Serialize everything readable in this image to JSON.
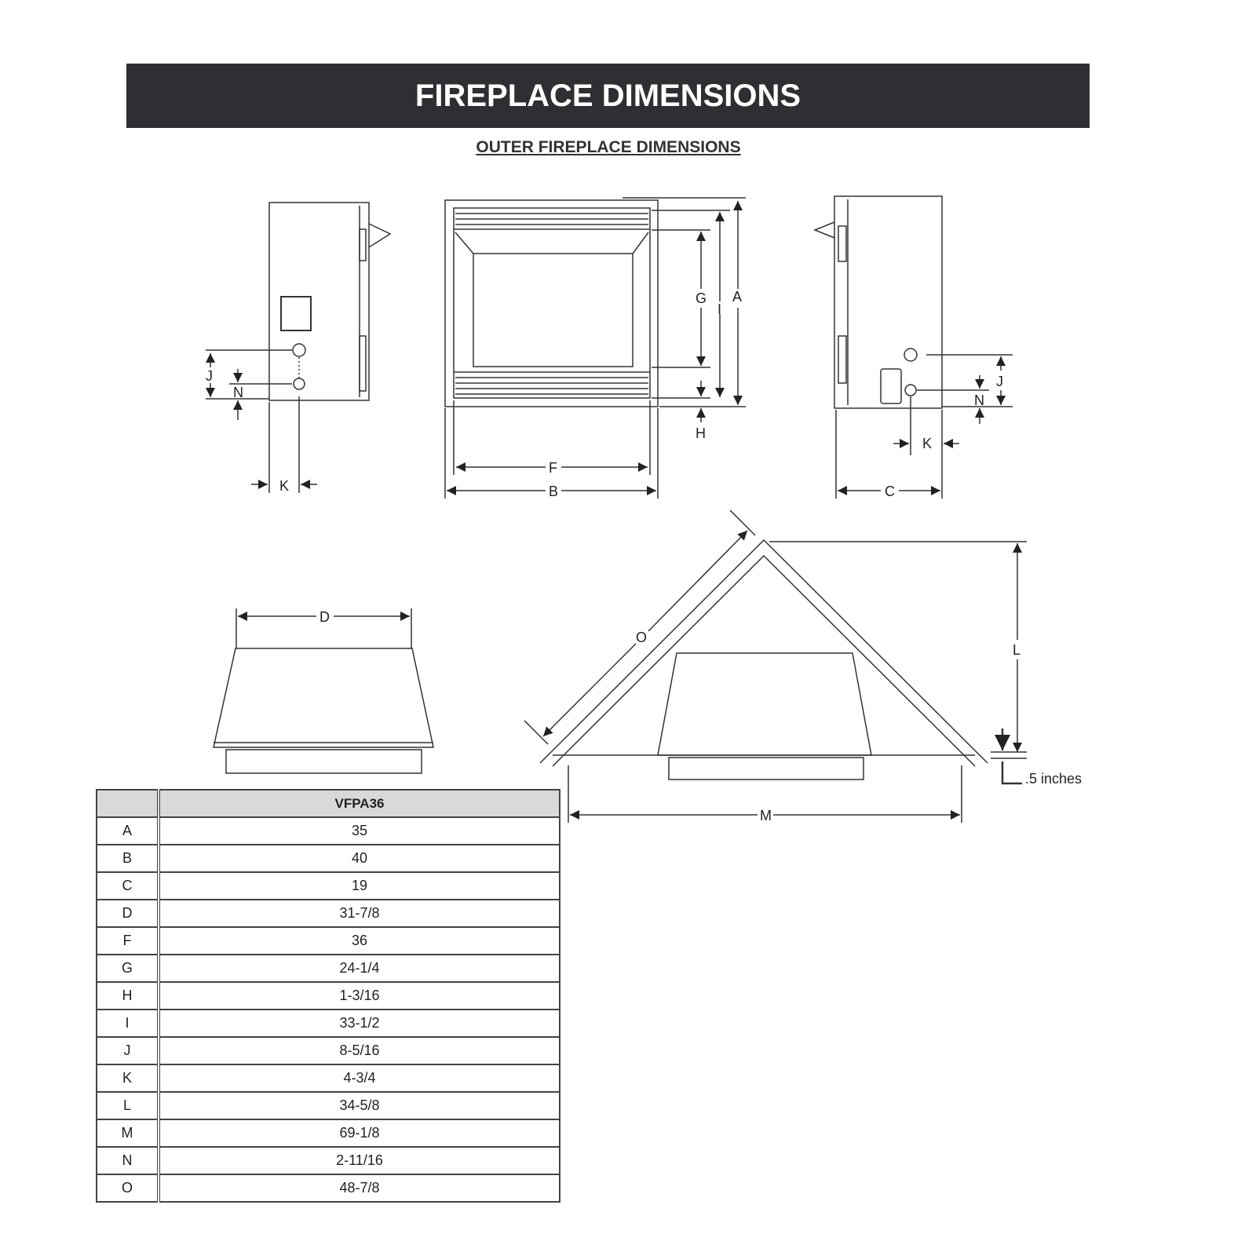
{
  "header": {
    "title": "FIREPLACE DIMENSIONS",
    "subtitle": "OUTER FIREPLACE DIMENSIONS"
  },
  "labels": {
    "A": "A",
    "B": "B",
    "C": "C",
    "D": "D",
    "F": "F",
    "G": "G",
    "H": "H",
    "I": "I",
    "J": "J",
    "K": "K",
    "L": "L",
    "M": "M",
    "N": "N",
    "O": "O",
    "half_inch": ".5 inches"
  },
  "table": {
    "model": "VFPA36",
    "rows": [
      {
        "key": "A",
        "value": "35"
      },
      {
        "key": "B",
        "value": "40"
      },
      {
        "key": "C",
        "value": "19"
      },
      {
        "key": "D",
        "value": "31-7/8"
      },
      {
        "key": "F",
        "value": "36"
      },
      {
        "key": "G",
        "value": "24-1/4"
      },
      {
        "key": "H",
        "value": "1-3/16"
      },
      {
        "key": "I",
        "value": "33-1/2"
      },
      {
        "key": "J",
        "value": "8-5/16"
      },
      {
        "key": "K",
        "value": "4-3/4"
      },
      {
        "key": "L",
        "value": "34-5/8"
      },
      {
        "key": "M",
        "value": "69-1/8"
      },
      {
        "key": "N",
        "value": "2-11/16"
      },
      {
        "key": "O",
        "value": "48-7/8"
      }
    ]
  }
}
